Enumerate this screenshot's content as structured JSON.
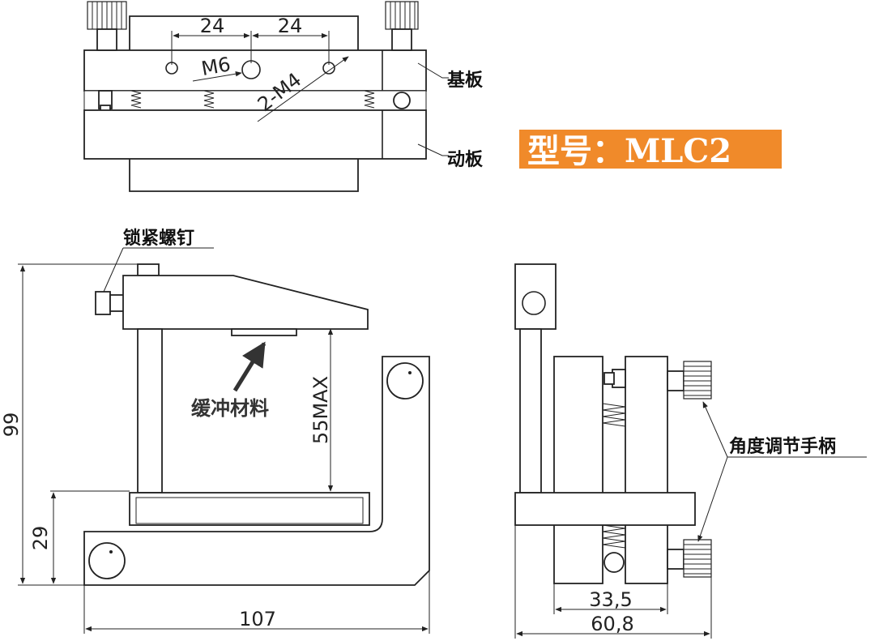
{
  "model": {
    "text": "型号：MLC2",
    "color": "#f08a2a"
  },
  "labels": {
    "base_plate": "基板",
    "moving_plate": "动板",
    "lock_screw": "锁紧螺钉",
    "buffer_material": "缓冲材料",
    "angle_handle": "角度调节手柄",
    "thread_m6": "M6",
    "thread_m4": "2-M4"
  },
  "dimensions": {
    "top_left": "24",
    "top_right": "24",
    "height_total": "99",
    "height_lower": "29",
    "width_front": "107",
    "max_opening": "55MAX",
    "side_inner": "33,5",
    "side_total": "60,8"
  }
}
